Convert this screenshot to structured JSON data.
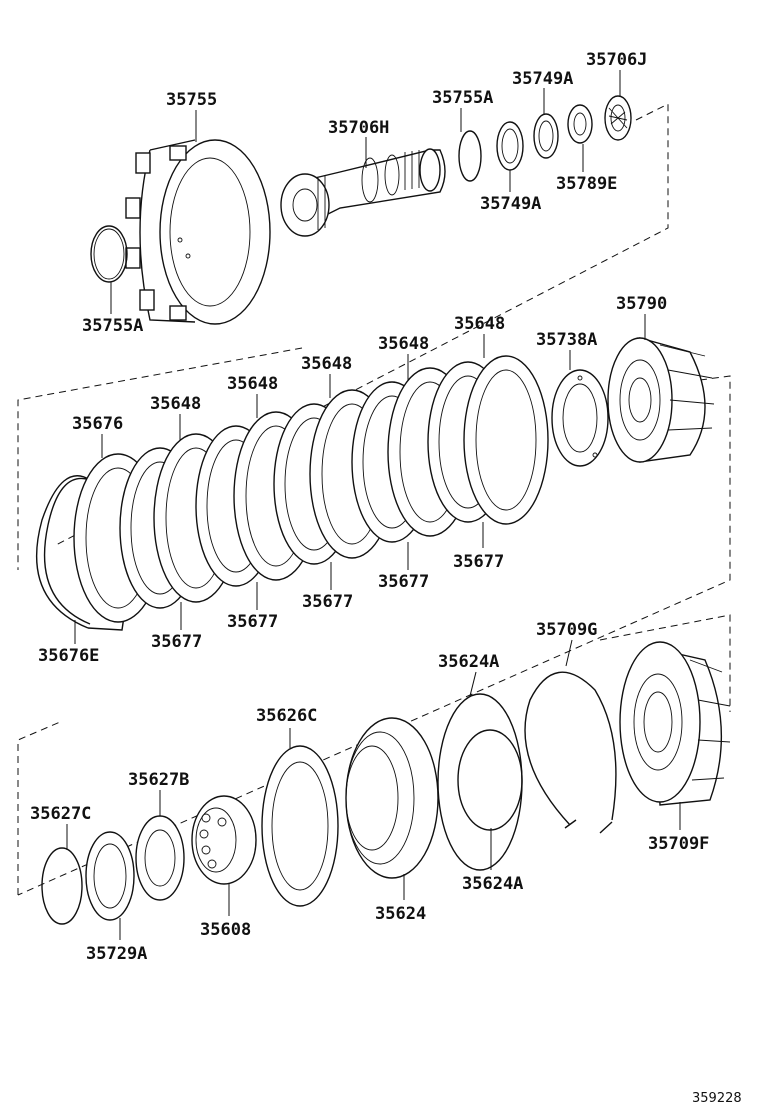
{
  "labels": {
    "l_35755": "35755",
    "l_35706H": "35706H",
    "l_35755A_top": "35755A",
    "l_35749A_top": "35749A",
    "l_35706J": "35706J",
    "l_35789E": "35789E",
    "l_35749A_bottom": "35749A",
    "l_35755A_left": "35755A",
    "l_35790": "35790",
    "l_35738A": "35738A",
    "l_35648_a": "35648",
    "l_35648_b": "35648",
    "l_35648_c": "35648",
    "l_35648_d": "35648",
    "l_35648_e": "35648",
    "l_35676": "35676",
    "l_35677_a": "35677",
    "l_35677_b": "35677",
    "l_35677_c": "35677",
    "l_35677_d": "35677",
    "l_35677_e": "35677",
    "l_35676E": "35676E",
    "l_35709G": "35709G",
    "l_35624A_top": "35624A",
    "l_35626C": "35626C",
    "l_35627B": "35627B",
    "l_35627C": "35627C",
    "l_35709F": "35709F",
    "l_35624A_bottom": "35624A",
    "l_35624": "35624",
    "l_35608": "35608",
    "l_35729A": "35729A"
  },
  "figure_number": "359228"
}
